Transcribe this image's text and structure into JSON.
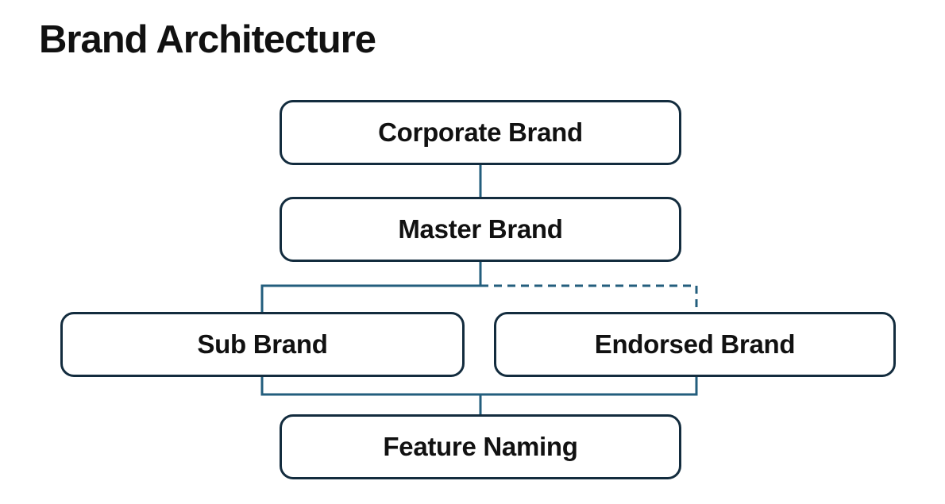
{
  "title": "Brand Architecture",
  "colors": {
    "background": "#ffffff",
    "box_border": "#132c3e",
    "box_fill": "#ffffff",
    "text": "#111111",
    "connector": "#235e7d"
  },
  "nodes": [
    {
      "id": "corporate-brand",
      "label": "Corporate Brand"
    },
    {
      "id": "master-brand",
      "label": "Master Brand"
    },
    {
      "id": "sub-brand",
      "label": "Sub Brand"
    },
    {
      "id": "endorsed-brand",
      "label": "Endorsed Brand"
    },
    {
      "id": "feature-naming",
      "label": "Feature Naming"
    }
  ],
  "connections": [
    {
      "from": "corporate-brand",
      "to": "master-brand",
      "style": "solid"
    },
    {
      "from": "master-brand",
      "to": "sub-brand",
      "style": "solid"
    },
    {
      "from": "master-brand",
      "to": "endorsed-brand",
      "style": "dashed"
    },
    {
      "from": "sub-brand",
      "to": "feature-naming",
      "style": "solid"
    },
    {
      "from": "endorsed-brand",
      "to": "feature-naming",
      "style": "solid"
    }
  ]
}
